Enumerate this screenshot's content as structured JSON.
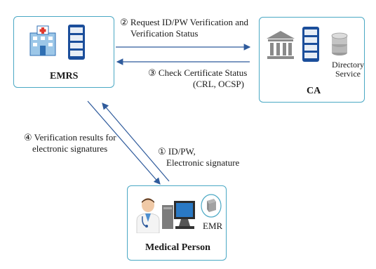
{
  "nodes": {
    "emrs": {
      "title": "EMRS"
    },
    "ca": {
      "title": "CA",
      "directory": "Directory Service"
    },
    "medical": {
      "title": "Medical Person",
      "emr": "EMR"
    }
  },
  "edges": {
    "step2": {
      "line1": "② Request ID/PW Verification and",
      "line2": "Verification Status"
    },
    "step3": {
      "line1": "③ Check Certificate Status",
      "line2": "(CRL, OCSP)"
    },
    "step4": {
      "line1": "④ Verification results for",
      "line2": "electronic signatures"
    },
    "step1": {
      "line1": "① ID/PW,",
      "line2": "Electronic signature"
    }
  },
  "colors": {
    "border": "#4aa8c4",
    "arrow": "#2f5b9c",
    "server": "#1b4e9b"
  }
}
